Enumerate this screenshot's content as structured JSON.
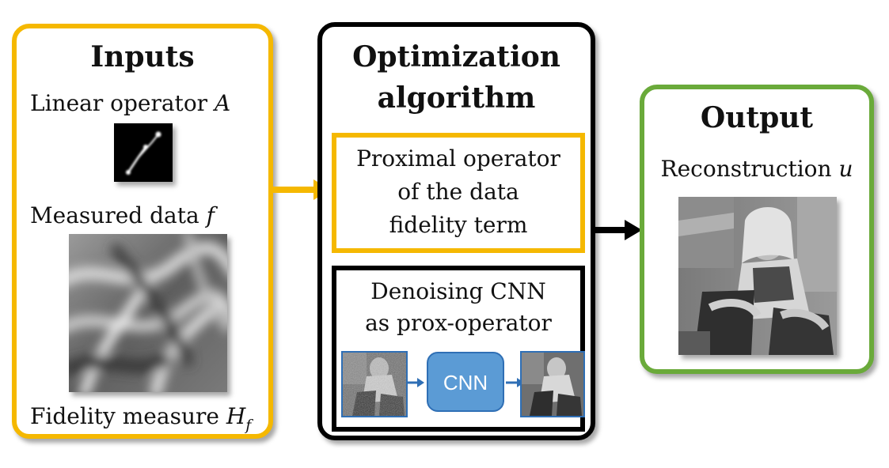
{
  "inputs": {
    "title": "Inputs",
    "linear_operator_label": "Linear operator",
    "linear_operator_symbol": "A",
    "measured_data_label": "Measured data",
    "measured_data_symbol": "f",
    "fidelity_label": "Fidelity measure",
    "fidelity_symbol": "H",
    "fidelity_subscript": "f"
  },
  "optimization": {
    "title_line1": "Optimization",
    "title_line2": "algorithm",
    "prox_line1": "Proximal operator",
    "prox_line2": "of the data",
    "prox_line3": "fidelity term",
    "denoise_line1": "Denoising CNN",
    "denoise_line2": "as prox-operator",
    "cnn_label": "CNN"
  },
  "output": {
    "title": "Output",
    "reconstruction_label": "Reconstruction",
    "reconstruction_symbol": "u"
  },
  "colors": {
    "inputs_border": "#f5b800",
    "opt_border": "#000000",
    "output_border": "#6aaa3a",
    "cnn_fill": "#5b9bd5",
    "cnn_arrow": "#2f6fb5"
  }
}
